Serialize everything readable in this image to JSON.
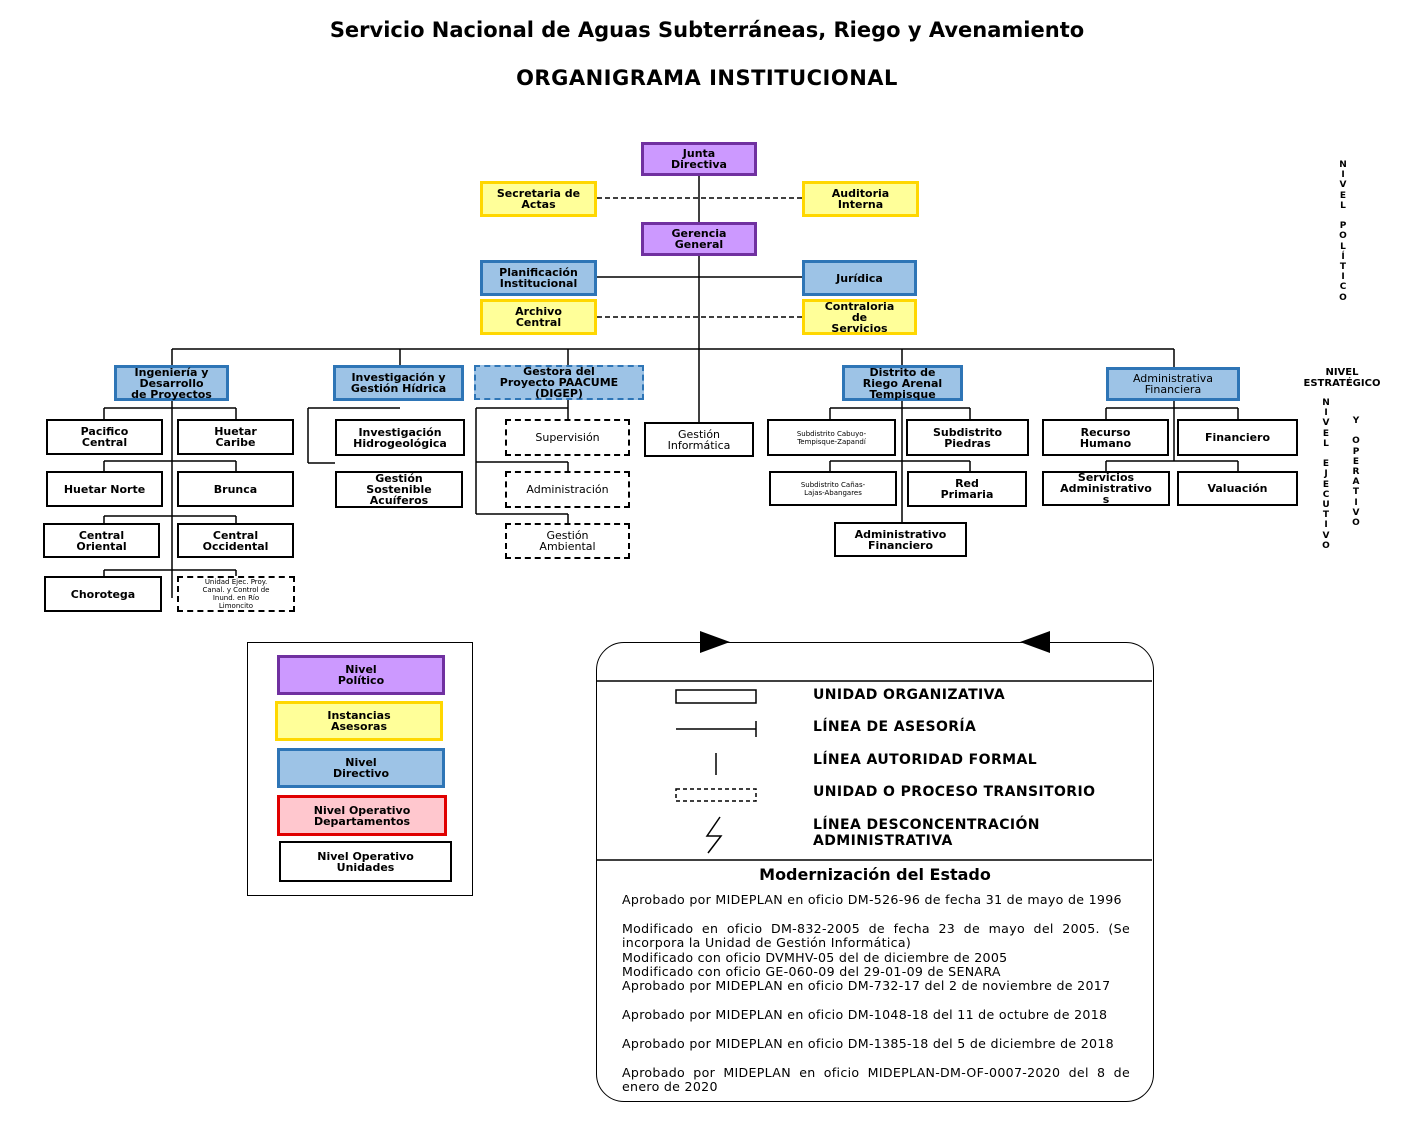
{
  "header": {
    "title": "Servicio Nacional de Aguas Subterráneas, Riego y Avenamiento",
    "subtitle": "ORGANIGRAMA INSTITUCIONAL"
  },
  "org": {
    "junta": "Junta\nDirectiva",
    "secretaria": "Secretaria de\nActas",
    "auditoria": "Auditoria\nInterna",
    "gerencia": "Gerencia\nGeneral",
    "planificacion": "Planificación\nInstitucional",
    "juridica": "Jurídica",
    "archivo": "Archivo\nCentral",
    "contraloria": "Contraloria\nde\nServicios",
    "ingenieria": "Ingeniería y\nDesarrollo\nde Proyectos",
    "investigacion": "Investigación y\nGestión Hídrica",
    "gestora": "Gestora del\nProyecto PAACUME\n(DIGEP)",
    "gestion_informatica": "Gestión\nInformática",
    "distrito": "Distrito de\nRiego Arenal\nTempisque",
    "administrativa": "Administrativa\nFinanciera",
    "pacifico": "Pacifico\nCentral",
    "huetar_caribe": "Huetar\nCaribe",
    "huetar_norte": "Huetar Norte",
    "brunca": "Brunca",
    "central_oriental": "Central\nOriental",
    "central_occidental": "Central\nOccidental",
    "chorotega": "Chorotega",
    "unidad_ejec": "Unidad Ejec. Proy.\nCanal. y Control de\nInund. en Río\nLimoncito",
    "inv_hidrogeologica": "Investigación\nHidrogeológica",
    "gestion_acuiferos": "Gestión\nSostenible\nAcuíferos",
    "supervision": "Supervisión",
    "administracion": "Administración",
    "gestion_ambiental": "Gestión\nAmbiental",
    "subdistrito_cabuyo": "Subdistrito Cabuyo-\nTempisque-Zapandí",
    "subdistrito_piedras": "Subdistrito\nPiedras",
    "subdistrito_canas": "Subdistrito Cañas-\nLajas-Abangares",
    "red_primaria": "Red\nPrimaria",
    "adm_financiero": "Administrativo\nFinanciero",
    "recurso_humano": "Recurso\nHumano",
    "financiero": "Financiero",
    "servicios_adm": "Servicios\nAdministrativo\ns",
    "valuacion": "Valuación"
  },
  "levels": {
    "politico": "N\nI\nV\nE\nL\n \nP\nO\nL\nÍ\nT\nI\nC\nO",
    "estrategico": "NIVEL\nESTRATÉGICO",
    "ejecutivo": "N\nI\nV\nE\nL\n \nE\nJ\nE\nC\nU\nT\nI\nV\nO",
    "y_operativo": "Y\n \nO\nP\nE\nR\nA\nT\nI\nV\nO"
  },
  "legend": {
    "politico": "Nivel\nPolítico",
    "asesoras": "Instancias\nAsesoras",
    "directivo": "Nivel\nDirectivo",
    "op_departamentos": "Nivel Operativo\nDepartamentos",
    "op_unidades": "Nivel Operativo\nUnidades"
  },
  "symbols": {
    "unidad": "UNIDAD ORGANIZATIVA",
    "asesoria": "LÍNEA DE ASESORÍA",
    "autoridad": "LÍNEA AUTORIDAD FORMAL",
    "transitorio": "UNIDAD O PROCESO TRANSITORIO",
    "desconcentracion": "LÍNEA DESCONCENTRACIÓN\nADMINISTRATIVA"
  },
  "modernizacion": {
    "title": "Modernización del Estado",
    "notes": [
      "Aprobado por MIDEPLAN en oficio DM-526-96 de fecha 31 de mayo de 1996",
      "Modificado en oficio DM-832-2005 de fecha 23 de mayo del 2005. (Se incorpora la Unidad de Gestión Informática)",
      "Modificado con oficio DVMHV-05 del de diciembre de 2005",
      "Modificado con oficio GE-060-09 del 29-01-09 de SENARA",
      "Aprobado por MIDEPLAN en oficio DM-732-17 del 2 de noviembre de 2017",
      "Aprobado por MIDEPLAN en oficio DM-1048-18 del 11 de octubre de 2018",
      "Aprobado por MIDEPLAN en oficio DM-1385-18 del 5 de diciembre de 2018",
      "Aprobado por MIDEPLAN en oficio MIDEPLAN-DM-OF-0007-2020 del 8 de enero de 2020"
    ]
  },
  "colors": {
    "politico_fill": "#CC99FF",
    "asesoras_fill": "#FFFF99",
    "directivo_fill": "#9DC3E6",
    "departamentos_fill": "#FFC7CE"
  }
}
